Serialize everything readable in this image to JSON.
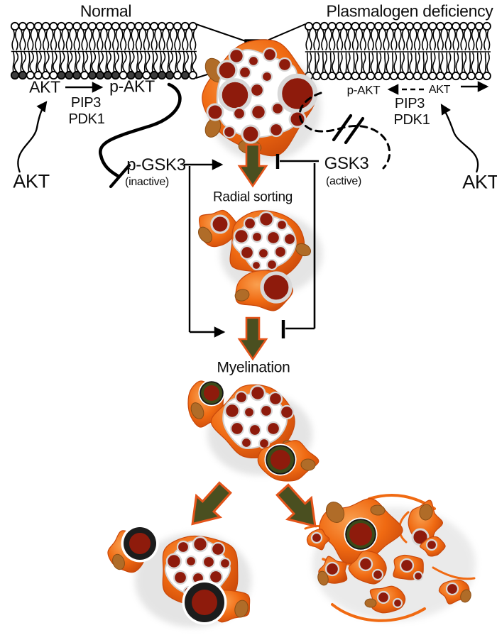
{
  "left_pathway": {
    "title": "Normal",
    "akt_membrane": "AKT",
    "p_akt": "p-AKT",
    "pip3": "PIP3",
    "pdk1": "PDK1",
    "akt_cytosol": "AKT",
    "gsk3_label": "p-GSK3",
    "gsk3_state": "(inactive)"
  },
  "right_pathway": {
    "title": "Plasmalogen deficiency",
    "p_akt": "p-AKT",
    "akt_membrane": "AKT",
    "pip3": "PIP3",
    "pdk1": "PDK1",
    "akt_cytosol": "AKT",
    "gsk3_label": "GSK3",
    "gsk3_state": "(active)"
  },
  "process": {
    "radial_sorting": "Radial sorting",
    "myelination": "Myelination"
  },
  "membrane": {
    "left_lipid_count": 24,
    "right_lipid_count": 24,
    "left_bottom_dark_heads": [
      1,
      1,
      0,
      0,
      0,
      0,
      1,
      1,
      1,
      0,
      1,
      1,
      1,
      1,
      0,
      1,
      1,
      0,
      1,
      1,
      1,
      0,
      1,
      0
    ]
  },
  "colors": {
    "background": "#ffffff",
    "line_black": "#000000",
    "cell_orange": "#f06a12",
    "cell_orange_light": "#f9a050",
    "cell_orange_dark": "#c9480a",
    "nucleus_brown": "#b06c28",
    "axon_red": "#8e1b0c",
    "axon_ring_gray": "#d8d8d8",
    "myelin_black": "#1c1c1c",
    "myelin_green": "#3c4a18",
    "arrow_olive": "#4a4f20",
    "arrow_border": "#e4541a"
  }
}
